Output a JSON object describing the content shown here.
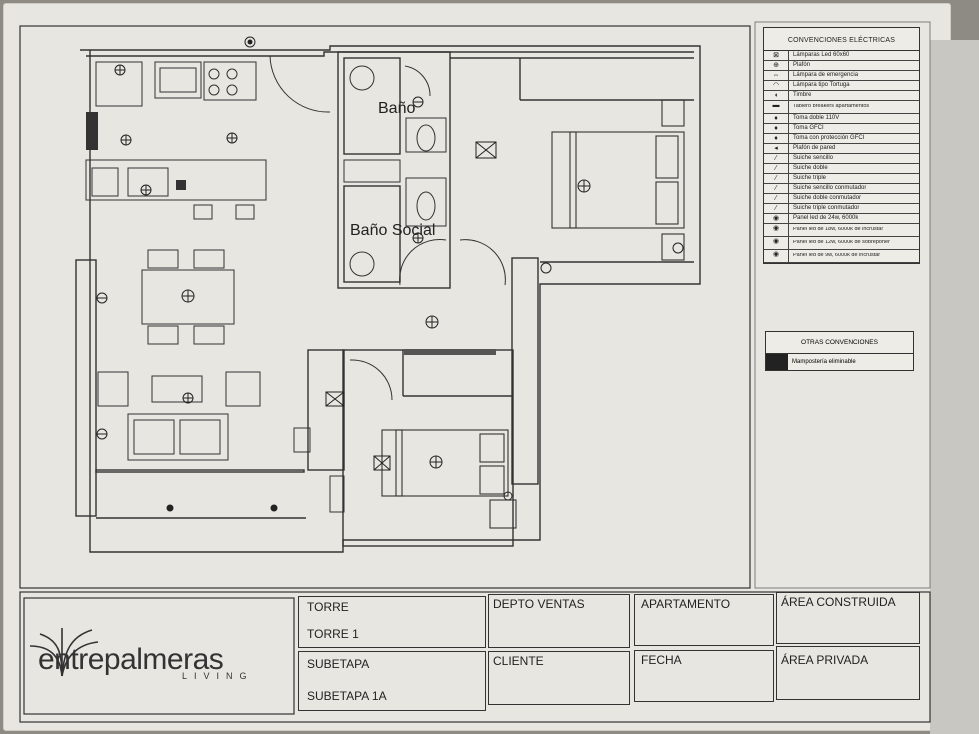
{
  "legend": {
    "title": "CONVENCIONES ELÉCTRICAS",
    "items": [
      {
        "icon": "led-panel-60-icon",
        "glyph": "⊠",
        "label": "Lámparas Led 60x60"
      },
      {
        "icon": "plafon-icon",
        "glyph": "⊕",
        "label": "Plafón"
      },
      {
        "icon": "emergency-lamp-icon",
        "glyph": "⇔",
        "label": "Lámpara de emergencia"
      },
      {
        "icon": "turtle-lamp-icon",
        "glyph": "◠",
        "label": "Lámpara tipo Tortuga"
      },
      {
        "icon": "doorbell-icon",
        "glyph": "◖",
        "label": "Timbre"
      },
      {
        "icon": "breaker-panel-icon",
        "glyph": "▬",
        "label": "Tablero breakers apartamentos"
      },
      {
        "icon": "double-outlet-icon",
        "glyph": "♦",
        "label": "Toma doble 110V"
      },
      {
        "icon": "gfci-outlet-icon",
        "glyph": "♦",
        "label": "Toma GFCI"
      },
      {
        "icon": "gfci-protected-outlet-icon",
        "glyph": "♦",
        "label": "Toma con protección GFCI"
      },
      {
        "icon": "wall-plafon-icon",
        "glyph": "◂",
        "label": "Plafón de pared"
      },
      {
        "icon": "single-switch-icon",
        "glyph": "⁄",
        "label": "Suiche sencillo"
      },
      {
        "icon": "double-switch-icon",
        "glyph": "⁄",
        "label": "Suiche doble"
      },
      {
        "icon": "triple-switch-icon",
        "glyph": "⁄",
        "label": "Suiche triple"
      },
      {
        "icon": "single-commutator-switch-icon",
        "glyph": "⁄",
        "label": "Suiche sencillo conmutador"
      },
      {
        "icon": "double-commutator-switch-icon",
        "glyph": "⁄",
        "label": "Suiche doble conmutador"
      },
      {
        "icon": "triple-commutator-switch-icon",
        "glyph": "⁄",
        "label": "Suiche triple conmutador"
      },
      {
        "icon": "led-panel-24w-icon",
        "glyph": "◉",
        "label": "Panel led de 24w, 6000k"
      },
      {
        "icon": "led-panel-18w-icon",
        "glyph": "◉",
        "label": "Panel led de 18w, 6000k de incrustar"
      },
      {
        "icon": "led-panel-12w-icon",
        "glyph": "◉",
        "label": "Panel led de 12w, 6000k de sobreponer"
      },
      {
        "icon": "led-panel-9w-icon",
        "glyph": "◉",
        "label": "Panel led de 9w, 6000k de incrustar"
      }
    ]
  },
  "other_conventions": {
    "title": "OTRAS CONVENCIONES",
    "items": [
      {
        "label": "Mampostería eliminable",
        "color": "#222222"
      }
    ]
  },
  "rooms": {
    "bath": "Baño",
    "social_bath": "Baño Social"
  },
  "title_block": {
    "brand": "entrepalmeras",
    "brand_sub": "LIVING",
    "torre_label": "TORRE",
    "torre_value": "TORRE 1",
    "subetapa_label": "SUBETAPA",
    "subetapa_value": "SUBETAPA 1A",
    "depto_ventas_label": "DEPTO VENTAS",
    "cliente_label": "CLIENTE",
    "apartamento_label": "APARTAMENTO",
    "fecha_label": "FECHA",
    "area_construida_label": "ÁREA CONSTRUIDA",
    "area_privada_label": "ÁREA PRIVADA"
  }
}
